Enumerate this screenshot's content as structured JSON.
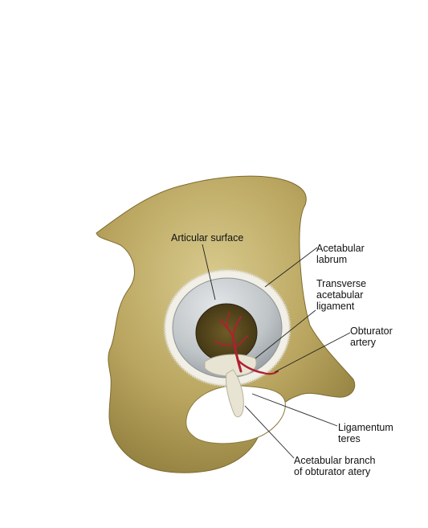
{
  "labels": {
    "articular_surface": "Articular surface",
    "acetabular_labrum": "Acetabular\nlabrum",
    "transverse_acetabular_ligament": "Transverse\nacetabular\nligament",
    "obturator_artery": "Obturator\nartery",
    "ligamentum_teres": "Ligamentum\nteres",
    "acetabular_branch": "Acetabular branch\nof obturator atery"
  },
  "colors": {
    "bone": "#b7a35d",
    "bone_shadow": "#8e7b3c",
    "bone_highlight": "#d8c98c",
    "cartilage": "#c5c9cc",
    "cartilage_dark": "#9fa5a9",
    "labrum": "#f1efe6",
    "fossa": "#4f4019",
    "ligament": "#e8e4d4",
    "artery": "#b0202f",
    "leader_line": "#222222"
  }
}
